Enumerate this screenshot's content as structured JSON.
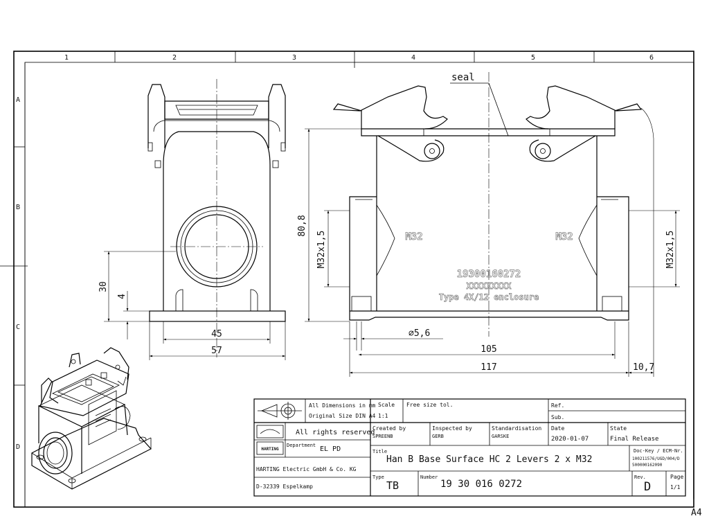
{
  "frame": {
    "columns": [
      "1",
      "2",
      "3",
      "4",
      "5",
      "6"
    ],
    "rows": [
      "A",
      "B",
      "C",
      "D"
    ],
    "sheet_size": "A4"
  },
  "dimensions": {
    "height_total": "80,8",
    "thread_left": "M32x1,5",
    "thread_right": "M32x1,5",
    "h30": "30",
    "h4": "4",
    "w45": "45",
    "w57": "57",
    "hole": "⌀5,6",
    "w105": "105",
    "w117": "117",
    "w10_7": "10,7"
  },
  "labels": {
    "seal": "seal",
    "m32_left": "M32",
    "m32_right": "M32",
    "part_number": "19300160272",
    "xcode": "XXXXXXXXX",
    "type_text": "Type 4X/12 enclosure"
  },
  "title_block": {
    "all_dimensions": "All Dimensions in mm",
    "original_size": "Original Size DIN A4",
    "scale_label": "Scale",
    "scale_value": "1:1",
    "free_size_tol": "Free size tol.",
    "ref_label": "Ref.",
    "sub_label": "Sub.",
    "rights": "All rights reserved",
    "logo_text": "HARTING",
    "department_label": "Department",
    "department_value": "EL PD",
    "created_label": "Created by",
    "created_value": "SPREENB",
    "inspected_label": "Inspected by",
    "inspected_value": "GERB",
    "standard_label": "Standardisation",
    "standard_value": "GARSKE",
    "date_label": "Date",
    "date_value": "2020-01-07",
    "state_label": "State",
    "state_value": "Final Release",
    "title_label": "Title",
    "title_value": "Han B Base Surface HC 2 Levers 2 x M32",
    "dockey_label": "Doc-Key / ECM-Nr.",
    "dockey_line1": "100211576/UGD/004/D",
    "dockey_line2": "500000162090",
    "company": "HARTING Electric GmbH & Co. KG",
    "address": "D-32339 Espelkamp",
    "type_label": "Type",
    "type_value": "TB",
    "number_label": "Number",
    "number_value": "19 30 016 0272",
    "rev_label": "Rev.",
    "rev_value": "D",
    "page_label": "Page",
    "page_value": "1/1"
  }
}
